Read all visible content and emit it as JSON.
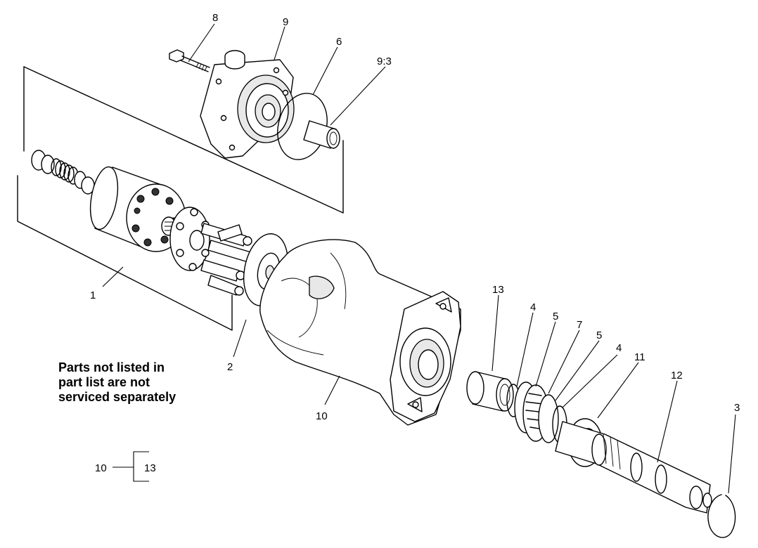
{
  "note": {
    "lines": [
      "Parts not listed in",
      "part list are not",
      "serviced separately"
    ]
  },
  "callouts": {
    "c8": "8",
    "c9": "9",
    "c6": "6",
    "c93": "9:3",
    "c1": "1",
    "c2": "2",
    "c10": "10",
    "c13": "13",
    "c4a": "4",
    "c5a": "5",
    "c7": "7",
    "c5b": "5",
    "c4b": "4",
    "c11": "11",
    "c12": "12",
    "c3": "3"
  },
  "legend": {
    "left": "10",
    "right": "13"
  }
}
